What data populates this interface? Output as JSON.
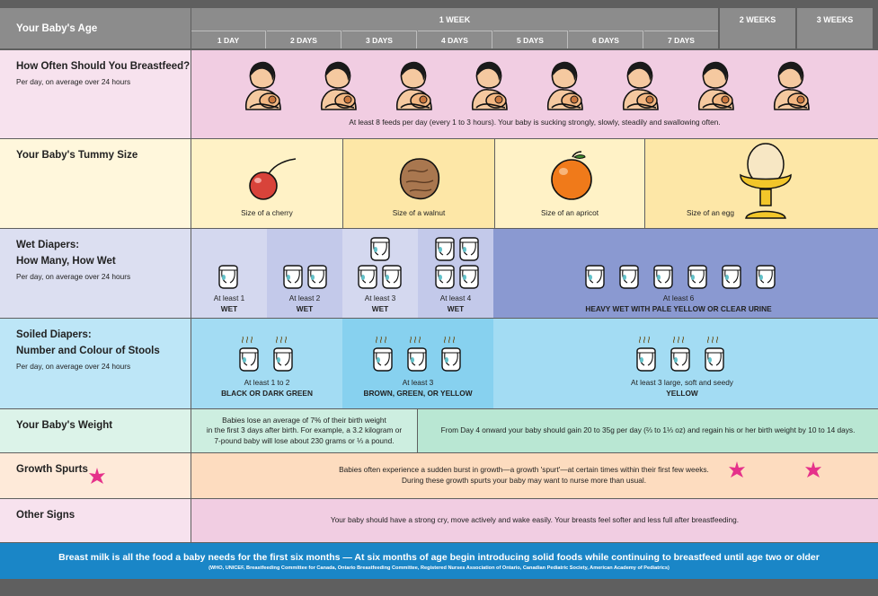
{
  "header": {
    "age_label": "Your Baby's Age",
    "week1": "1 WEEK",
    "days": [
      "1 DAY",
      "2 DAYS",
      "3 DAYS",
      "4 DAYS",
      "5 DAYS",
      "6 DAYS",
      "7 DAYS"
    ],
    "week2": "2 WEEKS",
    "week3": "3 WEEKS"
  },
  "rows": {
    "breastfeed": {
      "title": "How Often Should You Breastfeed?",
      "sub": "Per day, on average over 24 hours",
      "note": "At least 8 feeds per day (every 1 to 3 hours). Your baby is sucking strongly, slowly, steadily and swallowing often."
    },
    "tummy": {
      "title": "Your Baby's Tummy Size",
      "items": [
        "Size of a cherry",
        "Size of a walnut",
        "Size of an apricot",
        "Size of an egg"
      ]
    },
    "wet": {
      "title1": "Wet Diapers:",
      "title2": "How Many, How Wet",
      "sub": "Per day, on average over 24 hours",
      "captions": [
        {
          "line1": "At least 1",
          "line2": "WET"
        },
        {
          "line1": "At least 2",
          "line2": "WET"
        },
        {
          "line1": "At least 3",
          "line2": "WET"
        },
        {
          "line1": "At least 4",
          "line2": "WET"
        },
        {
          "line1": "At least 6",
          "line2": "HEAVY WET WITH PALE YELLOW OR CLEAR URINE"
        }
      ]
    },
    "soiled": {
      "title1": "Soiled Diapers:",
      "title2": "Number and Colour of Stools",
      "sub": "Per day, on average over 24 hours",
      "captions": [
        {
          "line1": "At least 1 to 2",
          "line2": "BLACK OR DARK GREEN"
        },
        {
          "line1": "At least 3",
          "line2": "BROWN, GREEN, OR YELLOW"
        },
        {
          "line1": "At least 3 large, soft and seedy",
          "line2": "YELLOW"
        }
      ]
    },
    "weight": {
      "title": "Your Baby's Weight",
      "left": [
        "Babies lose an average of 7% of their birth weight",
        "in the first 3 days after birth. For example, a 3.2 kilogram or",
        "7-pound baby will lose about 230 grams or ⅓ a pound."
      ],
      "right": "From Day 4 onward your baby should gain 20 to 35g per day (⅔ to 1⅓ oz) and regain his or her birth weight by 10 to 14 days."
    },
    "growth": {
      "title": "Growth Spurts",
      "lines": [
        "Babies often experience a sudden burst in growth—a growth 'spurt'—at certain times within their first few weeks.",
        "During these growth spurts your baby may want to nurse more than usual."
      ]
    },
    "other": {
      "title": "Other Signs",
      "text": "Your baby should have a strong cry, move actively and wake easily. Your breasts feel softer and less full after breastfeeding."
    }
  },
  "footer": {
    "main": "Breast milk is all the food a baby needs for the first six months — At six months of age begin introducing solid foods while continuing to breastfeed until age two or older",
    "sources": "(WHO, UNICEF, Breastfeeding Committee for Canada, Ontario Breastfeeding Committee, Registered Nurses Association of Ontario, Canadian Pediatric Society, American Academy of Pediatrics)"
  },
  "colors": {
    "header_bg": "#8c8c8c",
    "breastfeed_bg": "#f1cde2",
    "tummy_bg": "#fff2c6",
    "wet_bg": "#b9bfe4",
    "soiled_bg": "#a3dcf3",
    "weight_bg": "#cdeee0",
    "growth_bg": "#fddcbf",
    "other_bg": "#f1cde2",
    "footer_bg": "#1a86c7",
    "star": "#e5318a"
  }
}
